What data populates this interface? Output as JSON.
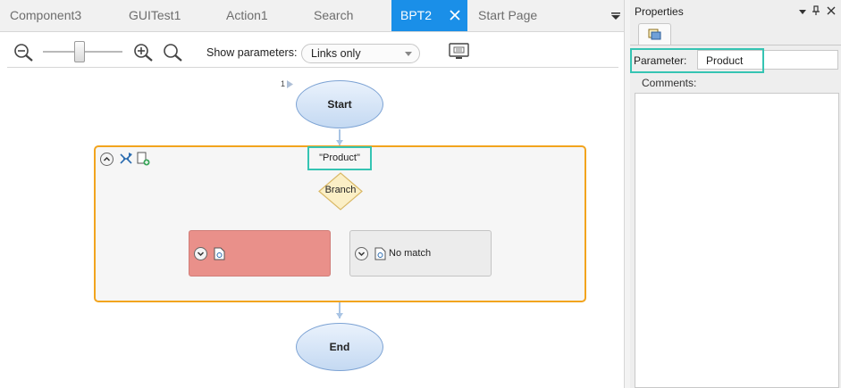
{
  "tabs": [
    {
      "label": "Component3",
      "active": false
    },
    {
      "label": "GUITest1",
      "active": false
    },
    {
      "label": "Action1",
      "active": false
    },
    {
      "label": "Search",
      "active": false
    },
    {
      "label": "BPT2",
      "active": true
    },
    {
      "label": "Start Page",
      "active": false
    }
  ],
  "toolbar": {
    "show_parameters_label": "Show parameters:",
    "show_parameters_value": "Links only",
    "zoom_slider_level": 0.45
  },
  "flow": {
    "step_number": "1",
    "start_label": "Start",
    "end_label": "End",
    "branch_parameter": "\"Product\"",
    "branch_label": "Branch",
    "case_2_label": "No match"
  },
  "properties": {
    "title": "Properties",
    "parameter_label": "Parameter:",
    "parameter_value": "Product",
    "comments_label": "Comments:"
  },
  "colors": {
    "accent": "#1a8fe8",
    "highlight": "#35c4b3",
    "branch_border": "#f2a41e",
    "case_matched": "#e9908a",
    "node_border": "#7da3d4"
  }
}
